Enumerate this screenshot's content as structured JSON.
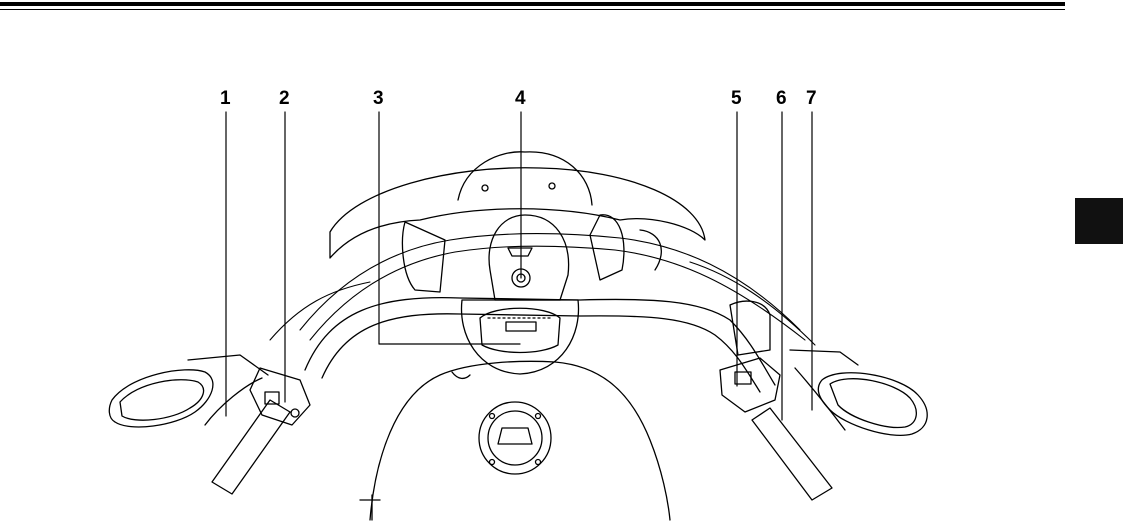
{
  "callouts": [
    {
      "number": "1"
    },
    {
      "number": "2"
    },
    {
      "number": "3"
    },
    {
      "number": "4"
    },
    {
      "number": "5"
    },
    {
      "number": "6"
    },
    {
      "number": "7"
    }
  ],
  "colors": {
    "line": "#000000",
    "background": "#ffffff",
    "tab": "#111111"
  }
}
